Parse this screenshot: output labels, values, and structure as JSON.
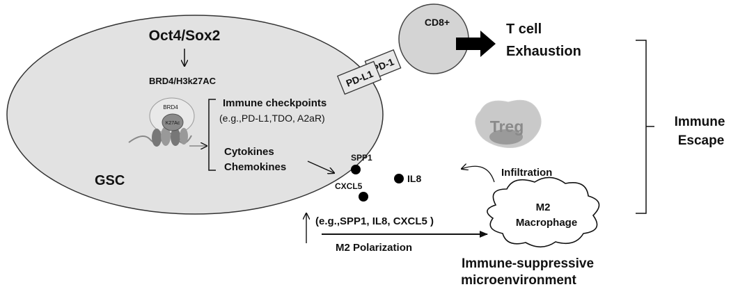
{
  "cell": {
    "name": "GSC",
    "transcription_factors": "Oct4/Sox2",
    "epigenetic": "BRD4/H3k27AC",
    "nucleosome_top_label": "BRD4",
    "nucleosome_inner_label": "K27Ac",
    "checkpoints_title": "Immune checkpoints",
    "checkpoints_examples": "(e.g.,PD-L1,TDO, A2aR)",
    "cytokines": "Cytokines",
    "chemokines": "Chemokines"
  },
  "receptors": {
    "pdl1": "PD-L1",
    "pd1": "PD-1"
  },
  "cd8": {
    "label": "CD8+"
  },
  "exhaustion": {
    "line1": "T cell",
    "line2": "Exhaustion"
  },
  "secreted": {
    "spp1": "SPP1",
    "il8": "IL8",
    "cxcl5": "CXCL5"
  },
  "treg": {
    "label": "Treg"
  },
  "infiltration": {
    "label": "Infiltration"
  },
  "macrophage": {
    "line1": "M2",
    "line2": "Macrophage"
  },
  "polarization": {
    "examples": "(e.g.,SPP1, IL8, CXCL5 )",
    "label": "M2 Polarization"
  },
  "immune_escape": {
    "line1": "Immune",
    "line2": "Escape"
  },
  "microenvironment": {
    "line1": "Immune-suppressive",
    "line2": "microenvironment"
  },
  "colors": {
    "cell_fill": "#e2e2e2",
    "cell_stroke": "#333333",
    "cd8_fill": "#d4d4d4",
    "treg_fill": "#c9c9c9",
    "treg_text": "#888888",
    "dot": "#000000"
  }
}
